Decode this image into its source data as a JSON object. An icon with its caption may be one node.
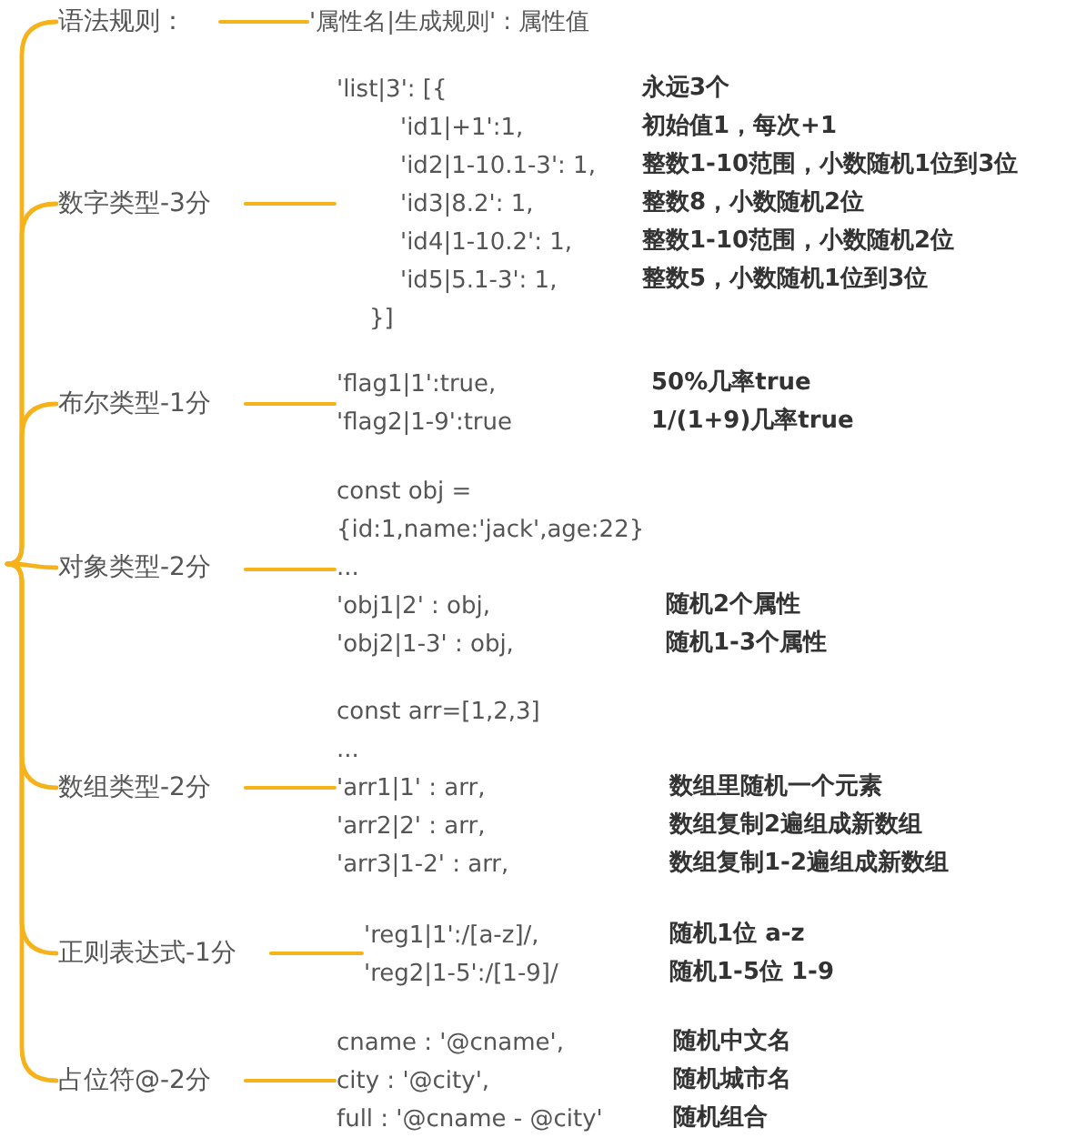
{
  "diagram": {
    "nodes": [
      {
        "text": [
          "语法规则："
        ]
      },
      {
        "text": [
          "'属性名|生成规则' : 属性值"
        ]
      },
      {
        "text": [
          "数字类型-3分"
        ]
      },
      {
        "text": [
          "'list|3': [{",
          "'id1|+1':1,",
          "'id2|1-10.1-3': 1,",
          "'id3|8.2': 1,",
          "'id4|1-10.2': 1,",
          "'id5|5.1-3': 1,",
          "}]"
        ],
        "beside": [
          "永远3个",
          "初始值1，每次+1",
          "整数1-10范围，小数随机1位到3位",
          "整数8，小数随机2位",
          "整数1-10范围，小数随机2位",
          "整数5，小数随机1位到3位"
        ]
      },
      {
        "text": [
          "布尔类型-1分"
        ]
      },
      {
        "text": [
          "'flag1|1':true,",
          "'flag2|1-9':true"
        ],
        "beside": [
          "50%几率true",
          "1/(1+9)几率true"
        ]
      },
      {
        "text": [
          "对象类型-2分"
        ]
      },
      {
        "text": [
          "const obj = {id:1,name:'jack',age:22}",
          "...",
          "'obj1|2' : obj,",
          "'obj2|1-3' : obj,"
        ],
        "beside": [
          "随机2个属性",
          "随机1-3个属性"
        ]
      },
      {
        "text": [
          "数组类型-2分"
        ]
      },
      {
        "text": [
          "const arr=[1,2,3]",
          "...",
          "'arr1|1' : arr,",
          "'arr2|2' : arr,",
          "'arr3|1-2' : arr,"
        ],
        "beside": [
          "数组里随机一个元素",
          "数组复制2遍组成新数组",
          "数组复制1-2遍组成新数组"
        ]
      },
      {
        "text": [
          "正则表达式-1分"
        ]
      },
      {
        "text": [
          "'reg1|1':/[a-z]/,",
          "'reg2|1-5':/[1-9]/"
        ],
        "beside": [
          "随机1位 a-z",
          "随机1-5位 1-9"
        ]
      },
      {
        "text": [
          "占位符@-2分"
        ]
      },
      {
        "text": [
          "cname : '@cname',",
          "city : '@city',",
          "full : '@cname - @city'"
        ],
        "beside": [
          "随机中文名",
          "随机城市名",
          "随机组合"
        ]
      }
    ],
    "edges": [
      {
        "from": null,
        "to": 0,
        "arrow": "none"
      },
      {
        "from": null,
        "to": 2,
        "arrow": "none"
      },
      {
        "from": null,
        "to": 4,
        "arrow": "none"
      },
      {
        "from": null,
        "to": 6,
        "arrow": "none"
      },
      {
        "from": null,
        "to": 8,
        "arrow": "none"
      },
      {
        "from": null,
        "to": 10,
        "arrow": "none"
      },
      {
        "from": null,
        "to": 12,
        "arrow": "none"
      },
      {
        "from": 0,
        "to": 1,
        "arrow": "none"
      },
      {
        "from": 2,
        "to": 3,
        "arrow": "none"
      },
      {
        "from": 4,
        "to": 5,
        "arrow": "none"
      },
      {
        "from": 6,
        "to": 7,
        "arrow": "none"
      },
      {
        "from": 8,
        "to": 9,
        "arrow": "none"
      },
      {
        "from": 10,
        "to": 11,
        "arrow": "none"
      },
      {
        "from": 12,
        "to": 13,
        "arrow": "none"
      }
    ]
  }
}
